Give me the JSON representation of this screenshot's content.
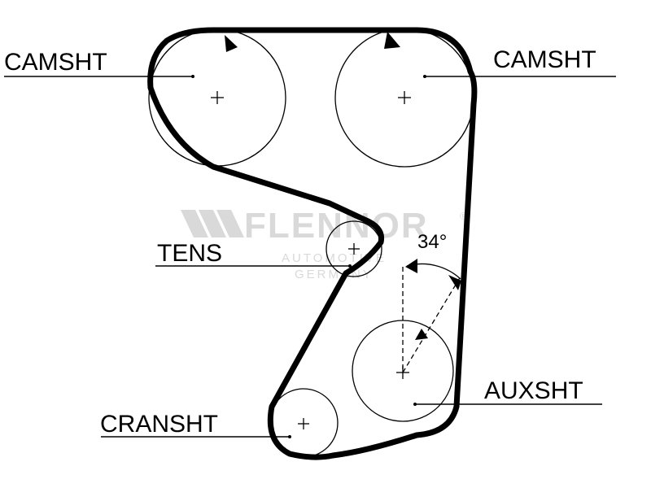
{
  "labels": {
    "camshaft_left": "CAMSHT",
    "camshaft_right": "CAMSHT",
    "tensioner": "TENS",
    "auxiliary_shaft": "AUXSHT",
    "crankshaft": "CRANSHT"
  },
  "angle": {
    "value": "34°"
  },
  "watermark": {
    "brand": "FLENNOR",
    "registered": "®",
    "line1": "AUTOMOTIVE",
    "line2": "GERMANY"
  },
  "colors": {
    "belt": "#000000",
    "watermark": "#d9d9d9"
  }
}
